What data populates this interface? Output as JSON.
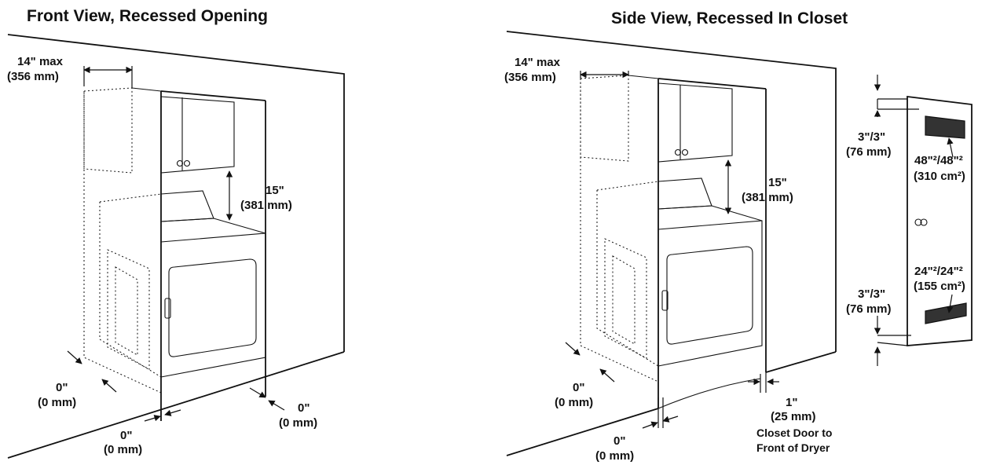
{
  "front_view": {
    "title": "Front View, Recessed Opening",
    "side_max": "14\" max",
    "side_max_mm": "(356 mm)",
    "top_clear": "15\"",
    "top_clear_mm": "(381 mm)",
    "left_clear": "0\"",
    "left_clear_mm": "(0 mm)",
    "bottom_clear": "0\"",
    "bottom_clear_mm": "(0 mm)",
    "right_clear": "0\"",
    "right_clear_mm": "(0 mm)"
  },
  "side_view": {
    "title": "Side View, Recessed In Closet",
    "side_max": "14\" max",
    "side_max_mm": "(356 mm)",
    "top_clear": "15\"",
    "top_clear_mm": "(381 mm)",
    "left_clear": "0\"",
    "left_clear_mm": "(0 mm)",
    "bottom_clear": "0\"",
    "bottom_clear_mm": "(0 mm)",
    "door_clear": "1\"",
    "door_clear_mm": "(25 mm)",
    "door_note_1": "Closet Door to",
    "door_note_2": "Front of Dryer"
  },
  "closet_door": {
    "top_vent_offset": "3\"/3\"",
    "top_vent_offset_mm": "(76 mm)",
    "top_vent_area": "48\"²/48\"²",
    "top_vent_area_cm": "(310 cm²)",
    "bottom_vent_area": "24\"²/24\"²",
    "bottom_vent_area_cm": "(155 cm²)",
    "bottom_vent_offset": "3\"/3\"",
    "bottom_vent_offset_mm": "(76 mm)"
  }
}
